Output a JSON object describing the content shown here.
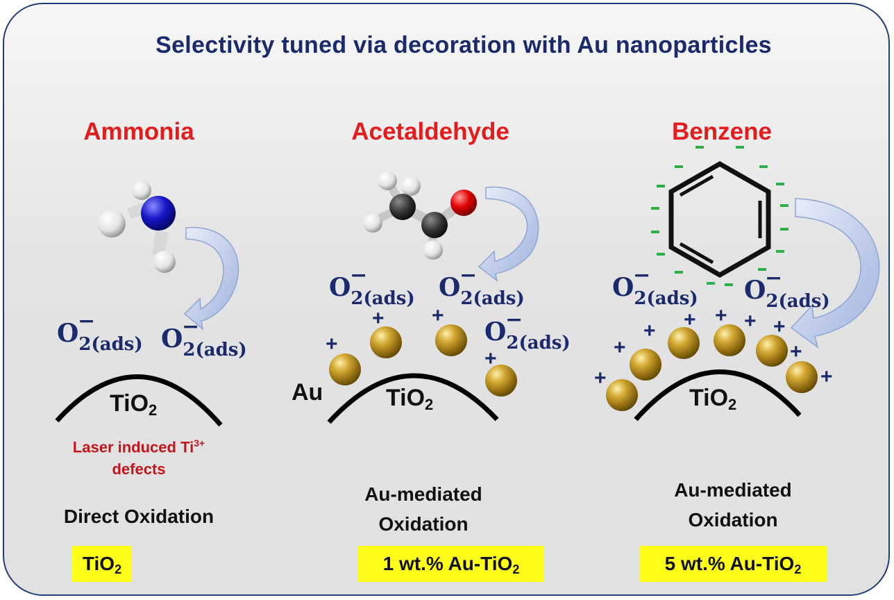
{
  "title": "Selectivity tuned via decoration with Au nanoparticles",
  "columns": [
    {
      "title": "Ammonia",
      "support": {
        "main": "TiO",
        "sub": "2"
      },
      "note": {
        "line1_prefix": "Laser induced Ti",
        "line1_sup": "3+",
        "line2": "defects"
      },
      "mechanism": {
        "line1": "Direct Oxidation"
      },
      "catalyst": {
        "main": "TiO",
        "sub": "2"
      }
    },
    {
      "title": "Acetaldehyde",
      "support": {
        "main": "TiO",
        "sub": "2"
      },
      "particle_label": "Au",
      "mechanism": {
        "line1": "Au-mediated",
        "line2": "Oxidation"
      },
      "catalyst": {
        "main": "1 wt.% Au-TiO",
        "sub": "2"
      }
    },
    {
      "title": "Benzene",
      "support": {
        "main": "TiO",
        "sub": "2"
      },
      "mechanism": {
        "line1": "Au-mediated",
        "line2": "Oxidation"
      },
      "catalyst": {
        "main": "5 wt.% Au-TiO",
        "sub": "2"
      }
    }
  ],
  "superoxide": {
    "symbol": "O",
    "charge": "−",
    "subscript": "2(ads)"
  },
  "charge_plus": "+",
  "colors": {
    "border": "#1f3d79",
    "title": "#1b2a6b",
    "molecule_name": "#e41c1c",
    "defect_text": "#c3161c",
    "badge": "#ffff1a",
    "au_particle": "#b08a1a",
    "benzene_charge": "#2bb04a",
    "arrow": "#aebfe2"
  }
}
